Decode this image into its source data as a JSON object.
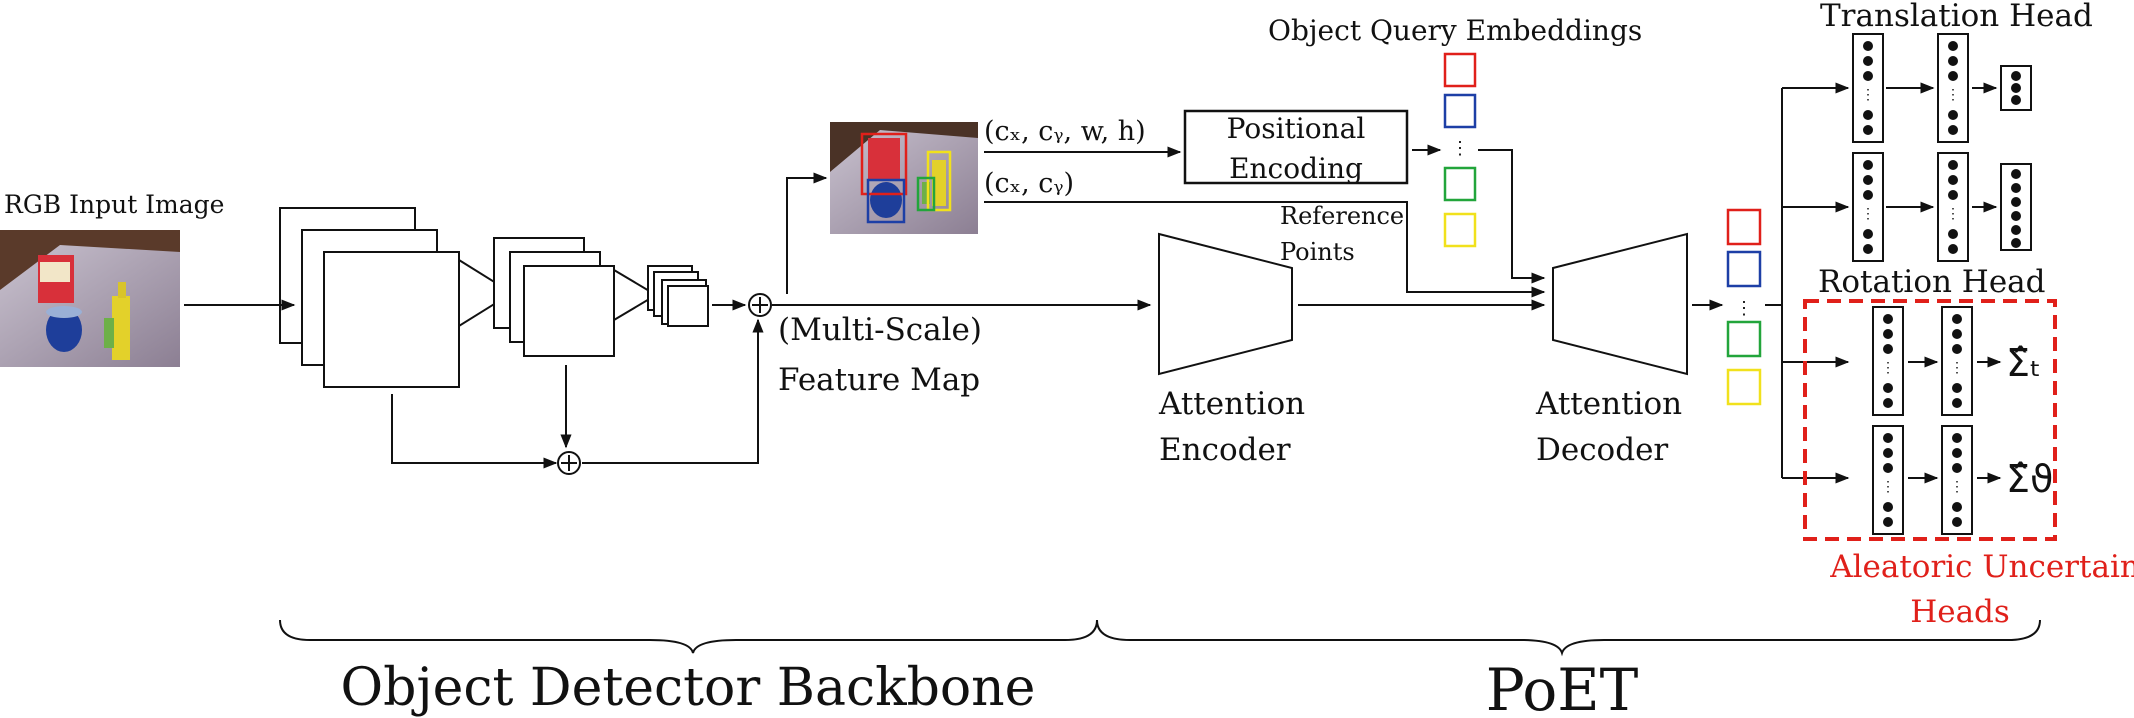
{
  "labels": {
    "rgb_input": "RGB Input Image",
    "feature_map_1": "(Multi-Scale)",
    "feature_map_2": "Feature Map",
    "bbox_coords": "(cₓ, cᵧ, w, h)",
    "center_coords": "(cₓ, cᵧ)",
    "positional_1": "Positional",
    "positional_2": "Encoding",
    "object_query": "Object Query Embeddings",
    "reference_1": "Reference",
    "reference_2": "Points",
    "encoder_1": "Attention",
    "encoder_2": "Encoder",
    "decoder_1": "Attention",
    "decoder_2": "Decoder",
    "translation_head": "Translation Head",
    "rotation_head": "Rotation Head",
    "sigma_t": "Σ̂ₜ",
    "sigma_theta": "Σ̂ϑ",
    "aleatoric_1": "Aleatoric Uncertainty",
    "aleatoric_2": "Heads",
    "backbone": "Object Detector Backbone",
    "poet": "PoET"
  },
  "colors": {
    "red": "#e0201a",
    "blue": "#1d3fa6",
    "green": "#22a53b",
    "yellow": "#f1e11c"
  }
}
